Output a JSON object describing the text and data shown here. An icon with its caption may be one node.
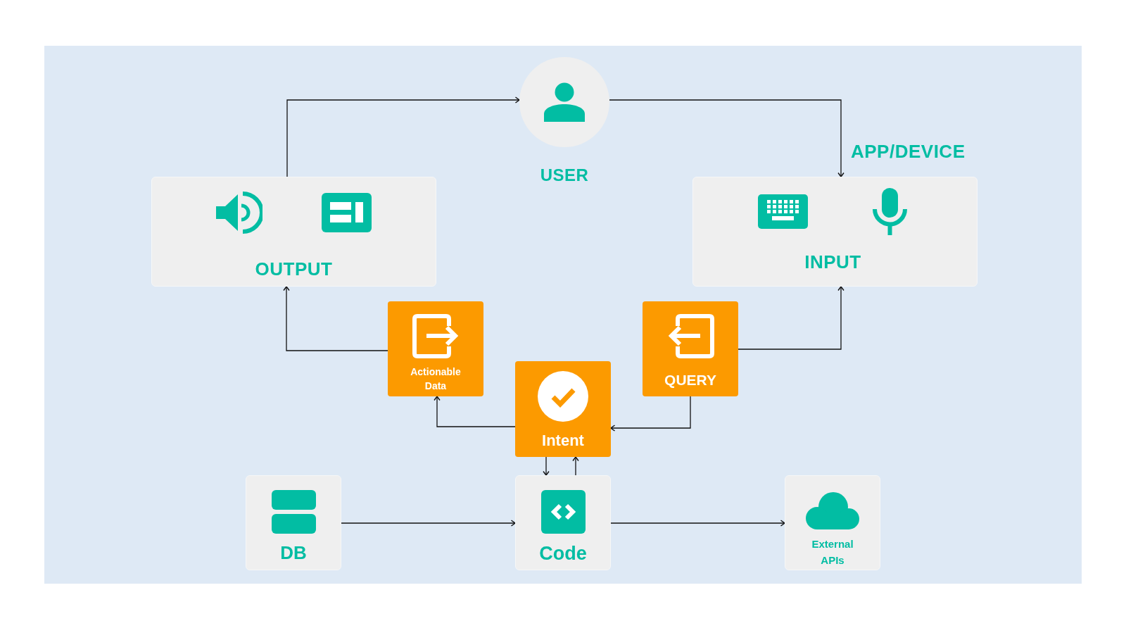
{
  "diagram": {
    "nodes": [
      {
        "text": [
          "USER"
        ]
      },
      {
        "text": [
          "OUTPUT"
        ]
      },
      {
        "text": [
          "INPUT"
        ]
      },
      {
        "text": [
          "Actionable Data"
        ]
      },
      {
        "text": [
          "QUERY"
        ]
      },
      {
        "text": [
          "Intent"
        ]
      },
      {
        "text": [
          "DB"
        ]
      },
      {
        "text": [
          "Code"
        ]
      },
      {
        "text": [
          "External APIs"
        ]
      }
    ],
    "edges": [
      {
        "from": 1,
        "to": 0,
        "arrow": "to"
      },
      {
        "from": 0,
        "to": 2,
        "arrow": "to"
      },
      {
        "from": 3,
        "to": 1,
        "arrow": "to"
      },
      {
        "from": 4,
        "to": 2,
        "arrow": "to"
      },
      {
        "from": 5,
        "to": 3,
        "arrow": "to"
      },
      {
        "from": 4,
        "to": 5,
        "arrow": "to"
      },
      {
        "from": 5,
        "to": 7,
        "arrow": "to"
      },
      {
        "from": 7,
        "to": 5,
        "arrow": "to"
      },
      {
        "from": 6,
        "to": 7,
        "arrow": "to"
      },
      {
        "from": 7,
        "to": 8,
        "arrow": "to"
      }
    ],
    "labels": [
      "APP/DEVICE"
    ]
  }
}
